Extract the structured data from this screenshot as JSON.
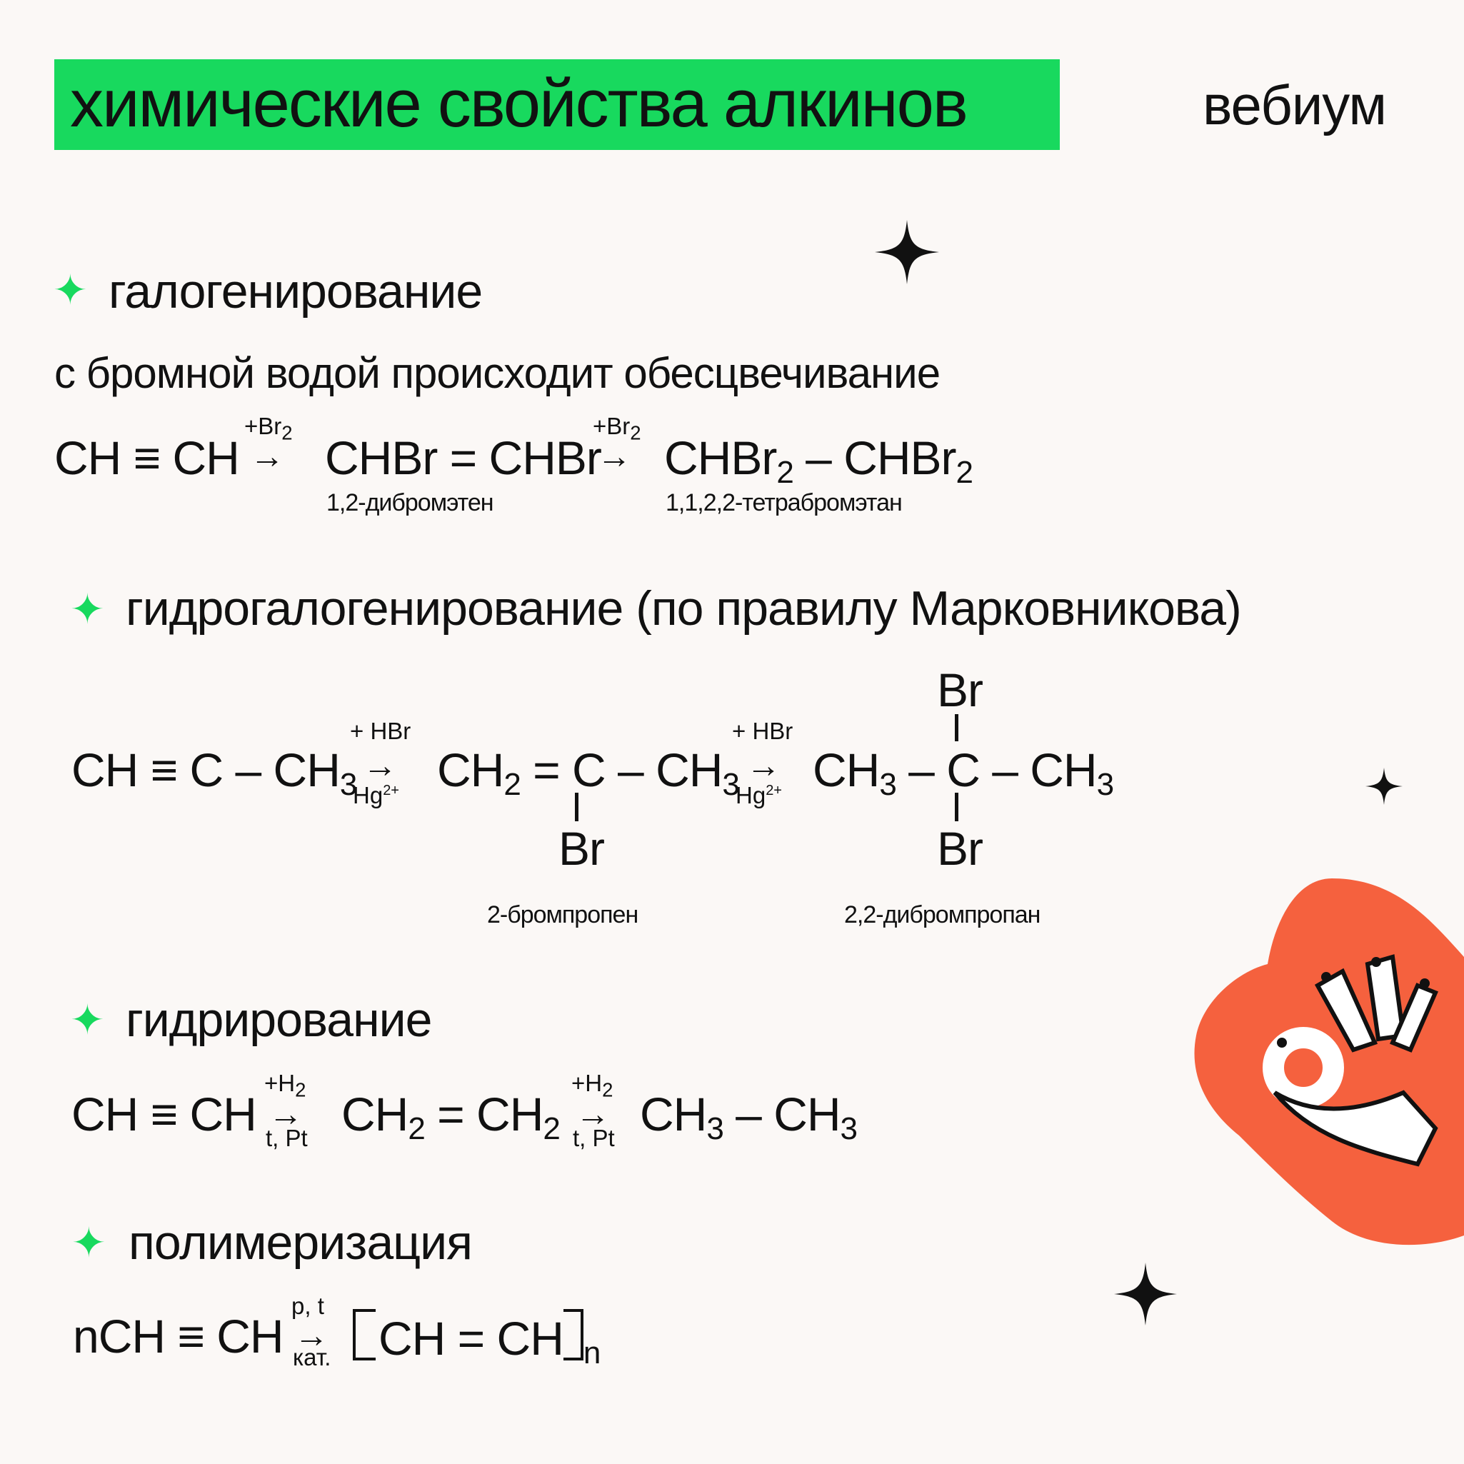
{
  "title": "химические свойства алкинов",
  "logo": "вебиум",
  "colors": {
    "accent_green": "#18d95e",
    "blob": "#f5613e",
    "background": "#fbf8f6"
  },
  "sections": {
    "halogenation": {
      "heading": "галогенирование",
      "note": "с бромной водой происходит обесцвечивание",
      "reactant": "CH ≡ CH",
      "reagent1": "+Br",
      "reagent1_sub": "2",
      "product1": "CHBr = CHBr",
      "product1_name": "1,2-дибромэтен",
      "reagent2": "+Br",
      "reagent2_sub": "2",
      "product2_a": "CHBr",
      "product2_a_sub": "2",
      "product2_b": " – CHBr",
      "product2_b_sub": "2",
      "product2_name": "1,1,2,2-тетрабромэтан"
    },
    "hydrohalogenation": {
      "heading": "гидрогалогенирование (по правилу Марковникова)",
      "reactant_a": "CH ≡ C – CH",
      "reactant_a_sub": "3",
      "reagent": "+ HBr",
      "catalyst": "Hg",
      "catalyst_sup": "2+",
      "product1_a": "CH",
      "product1_a_sub": "2",
      "product1_b": " = C – CH",
      "product1_b_sub": "3",
      "product1_sub_atom": "Br",
      "product1_name": "2-бромпропен",
      "reagent2": "+ HBr",
      "catalyst2": "Hg",
      "catalyst2_sup": "2+",
      "product2_a": "CH",
      "product2_a_sub": "3",
      "product2_b": " – C – CH",
      "product2_b_sub": "3",
      "product2_top_atom": "Br",
      "product2_bottom_atom": "Br",
      "product2_name": "2,2-дибромпропан"
    },
    "hydrogenation": {
      "heading": "гидрирование",
      "reactant": "CH ≡ CH",
      "reagent1": "+H",
      "reagent1_sub": "2",
      "condition1": "t, Pt",
      "product1_a": "CH",
      "product1_a_sub": "2",
      "product1_b": " = CH",
      "product1_b_sub": "2",
      "reagent2": "+H",
      "reagent2_sub": "2",
      "condition2": "t, Pt",
      "product2_a": "CH",
      "product2_a_sub": "3",
      "product2_b": " – CH",
      "product2_b_sub": "3"
    },
    "polymerization": {
      "heading": "полимеризация",
      "reactant": "nCH ≡ CH",
      "condition_top": "p, t",
      "condition_bottom": "кат.",
      "product": "CH = CH",
      "product_sub": "n"
    }
  }
}
